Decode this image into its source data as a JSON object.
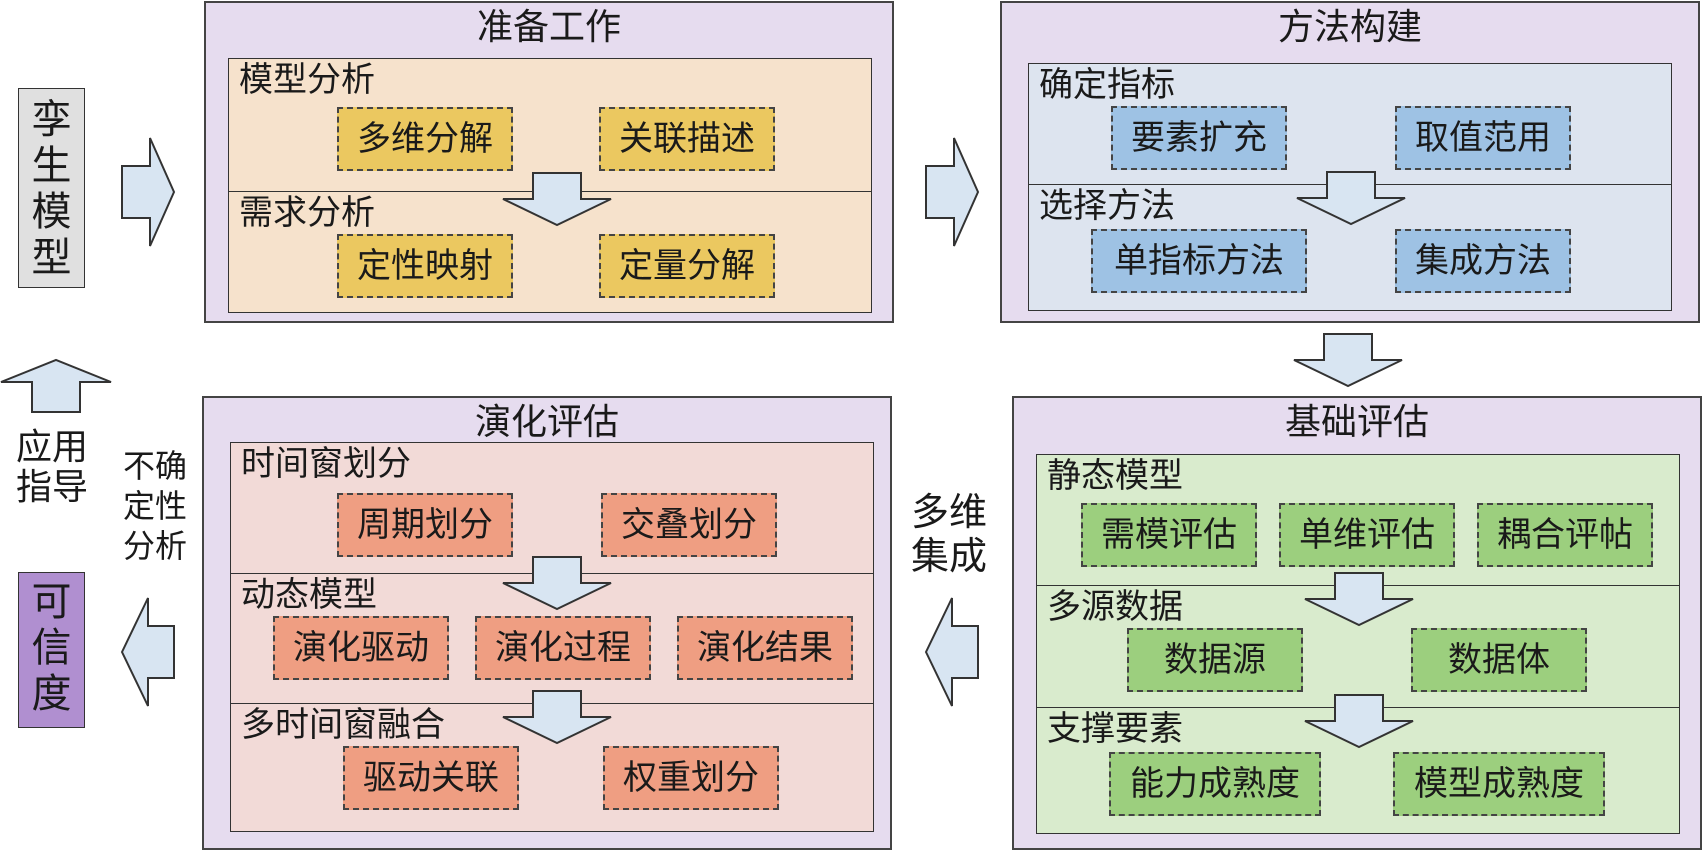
{
  "left": {
    "twin_model": "孪\n生\n模\n型",
    "credibility": "可\n信\n度",
    "application_guidance": "应用\n指导",
    "uncertainty_analysis": "不确\n定性\n分析"
  },
  "multi_integration": "多维\n集成",
  "stages": {
    "prep": {
      "title": "准备工作",
      "sections": [
        {
          "title": "模型分析",
          "boxes": [
            "多维分解",
            "关联描述"
          ]
        },
        {
          "title": "需求分析",
          "boxes": [
            "定性映射",
            "定量分解"
          ]
        }
      ]
    },
    "method": {
      "title": "方法构建",
      "sections": [
        {
          "title": "确定指标",
          "boxes": [
            "要素扩充",
            "取值范用"
          ]
        },
        {
          "title": "选择方法",
          "boxes": [
            "单指标方法",
            "集成方法"
          ]
        }
      ]
    },
    "basic": {
      "title": "基础评估",
      "sections": [
        {
          "title": "静态模型",
          "boxes": [
            "需模评估",
            "单维评估",
            "耦合评帖"
          ]
        },
        {
          "title": "多源数据",
          "boxes": [
            "数据源",
            "数据体"
          ]
        },
        {
          "title": "支撑要素",
          "boxes": [
            "能力成熟度",
            "模型成熟度"
          ]
        }
      ]
    },
    "evo": {
      "title": "演化评估",
      "sections": [
        {
          "title": "时间窗划分",
          "boxes": [
            "周期划分",
            "交叠划分"
          ]
        },
        {
          "title": "动态模型",
          "boxes": [
            "演化驱动",
            "演化过程",
            "演化结果"
          ]
        },
        {
          "title": "多时间窗融合",
          "boxes": [
            "驱动关联",
            "权重划分"
          ]
        }
      ]
    }
  },
  "colors": {
    "stage_bg": "#e6dcef",
    "prep_inner": "#f6e2cc",
    "method_inner": "#dde4ef",
    "basic_inner": "#d9ebcd",
    "evo_inner": "#f2dad7",
    "twin_box": "#e0e0e0",
    "credibility_box": "#b08fd0",
    "arrow_fill": "#d8e5f2"
  }
}
